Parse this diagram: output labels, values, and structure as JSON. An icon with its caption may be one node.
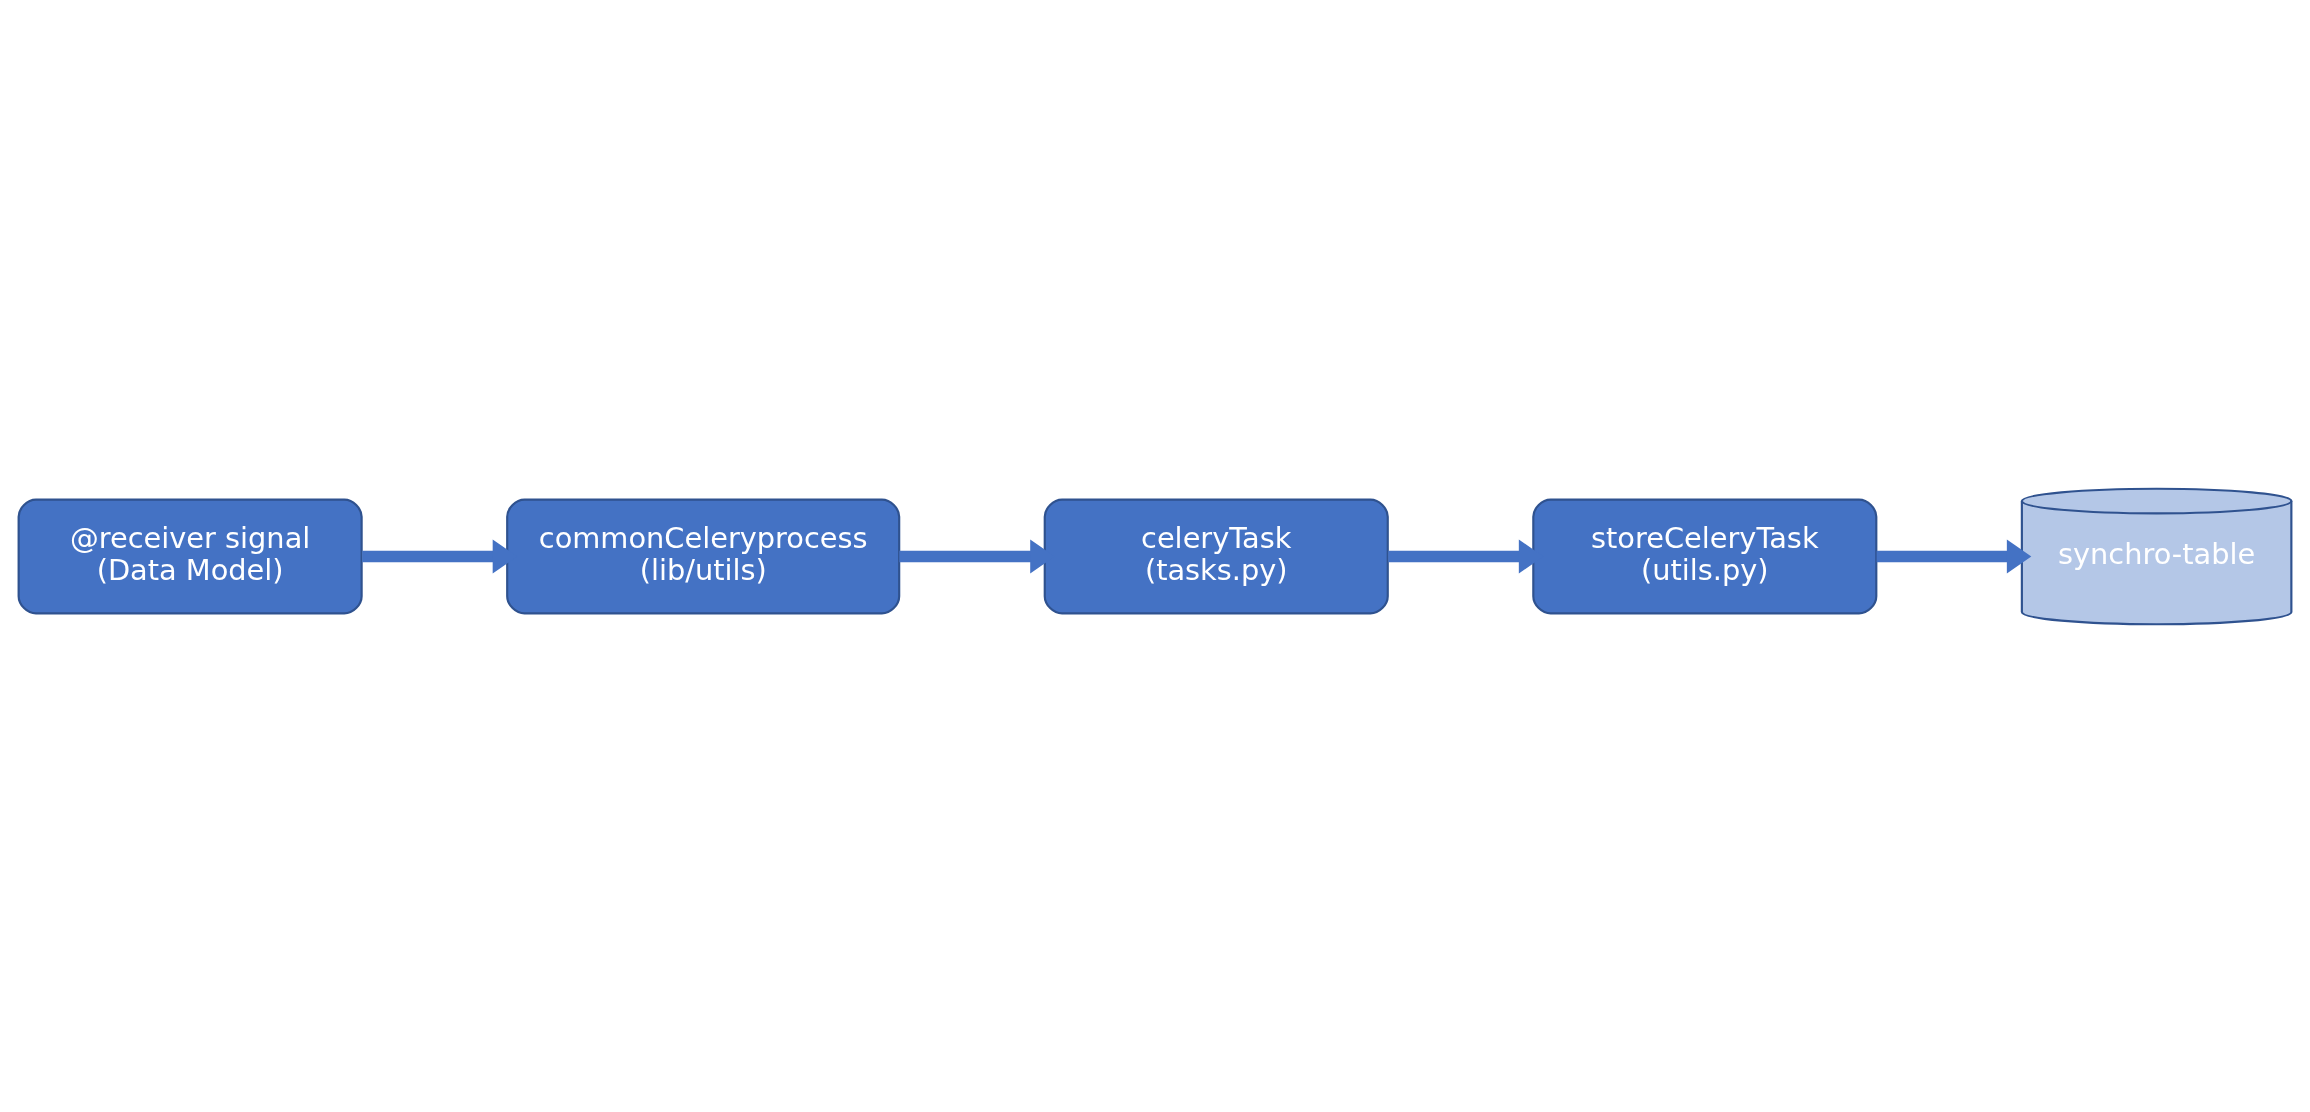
{
  "diagram": {
    "nodes": [
      {
        "text": [
          "@receiver signal (Data Model)"
        ]
      },
      {
        "text": [
          "commonCeleryprocess (lib/utils)"
        ]
      },
      {
        "text": [
          "celeryTask (tasks.py)"
        ]
      },
      {
        "text": [
          "storeCeleryTask (utils.py)"
        ]
      },
      {
        "text": [
          "synchro-table"
        ]
      }
    ],
    "edges": [
      {
        "from": 0,
        "to": 1,
        "arrow": "to"
      },
      {
        "from": 1,
        "to": 2,
        "arrow": "to"
      },
      {
        "from": 2,
        "to": 3,
        "arrow": "to"
      },
      {
        "from": 3,
        "to": 4,
        "arrow": "to"
      }
    ]
  }
}
